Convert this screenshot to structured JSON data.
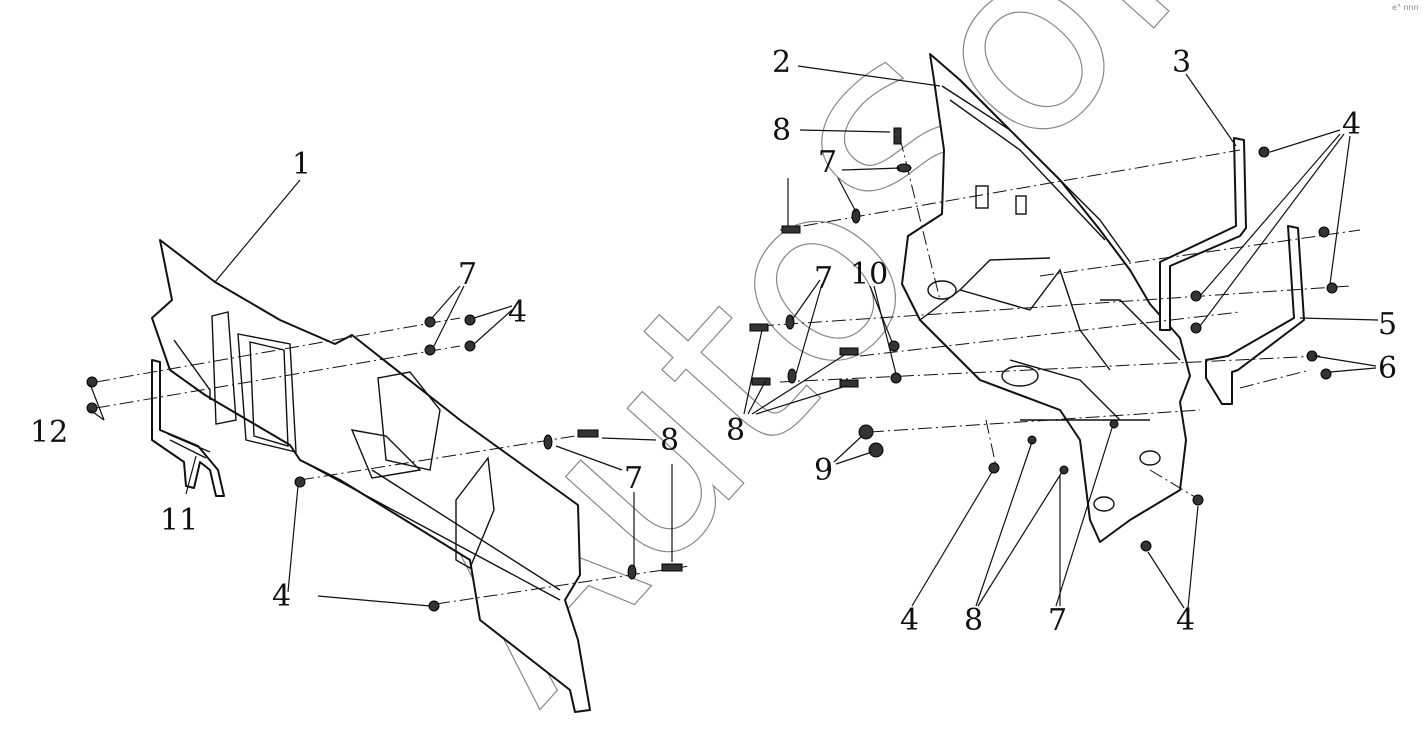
{
  "watermark": "AutoSoft",
  "corner_mark": "e° nnn",
  "callouts": {
    "c1": "1",
    "c2": "2",
    "c3": "3",
    "c4a": "4",
    "c4b": "4",
    "c4c": "4",
    "c4d": "4",
    "c4e": "4",
    "c5": "5",
    "c6": "6",
    "c7a": "7",
    "c7b": "7",
    "c7c": "7",
    "c7d": "7",
    "c7e": "7",
    "c8a": "8",
    "c8b": "8",
    "c8c": "8",
    "c8d": "8",
    "c9": "9",
    "c10": "10",
    "c11": "11",
    "c12": "12"
  }
}
